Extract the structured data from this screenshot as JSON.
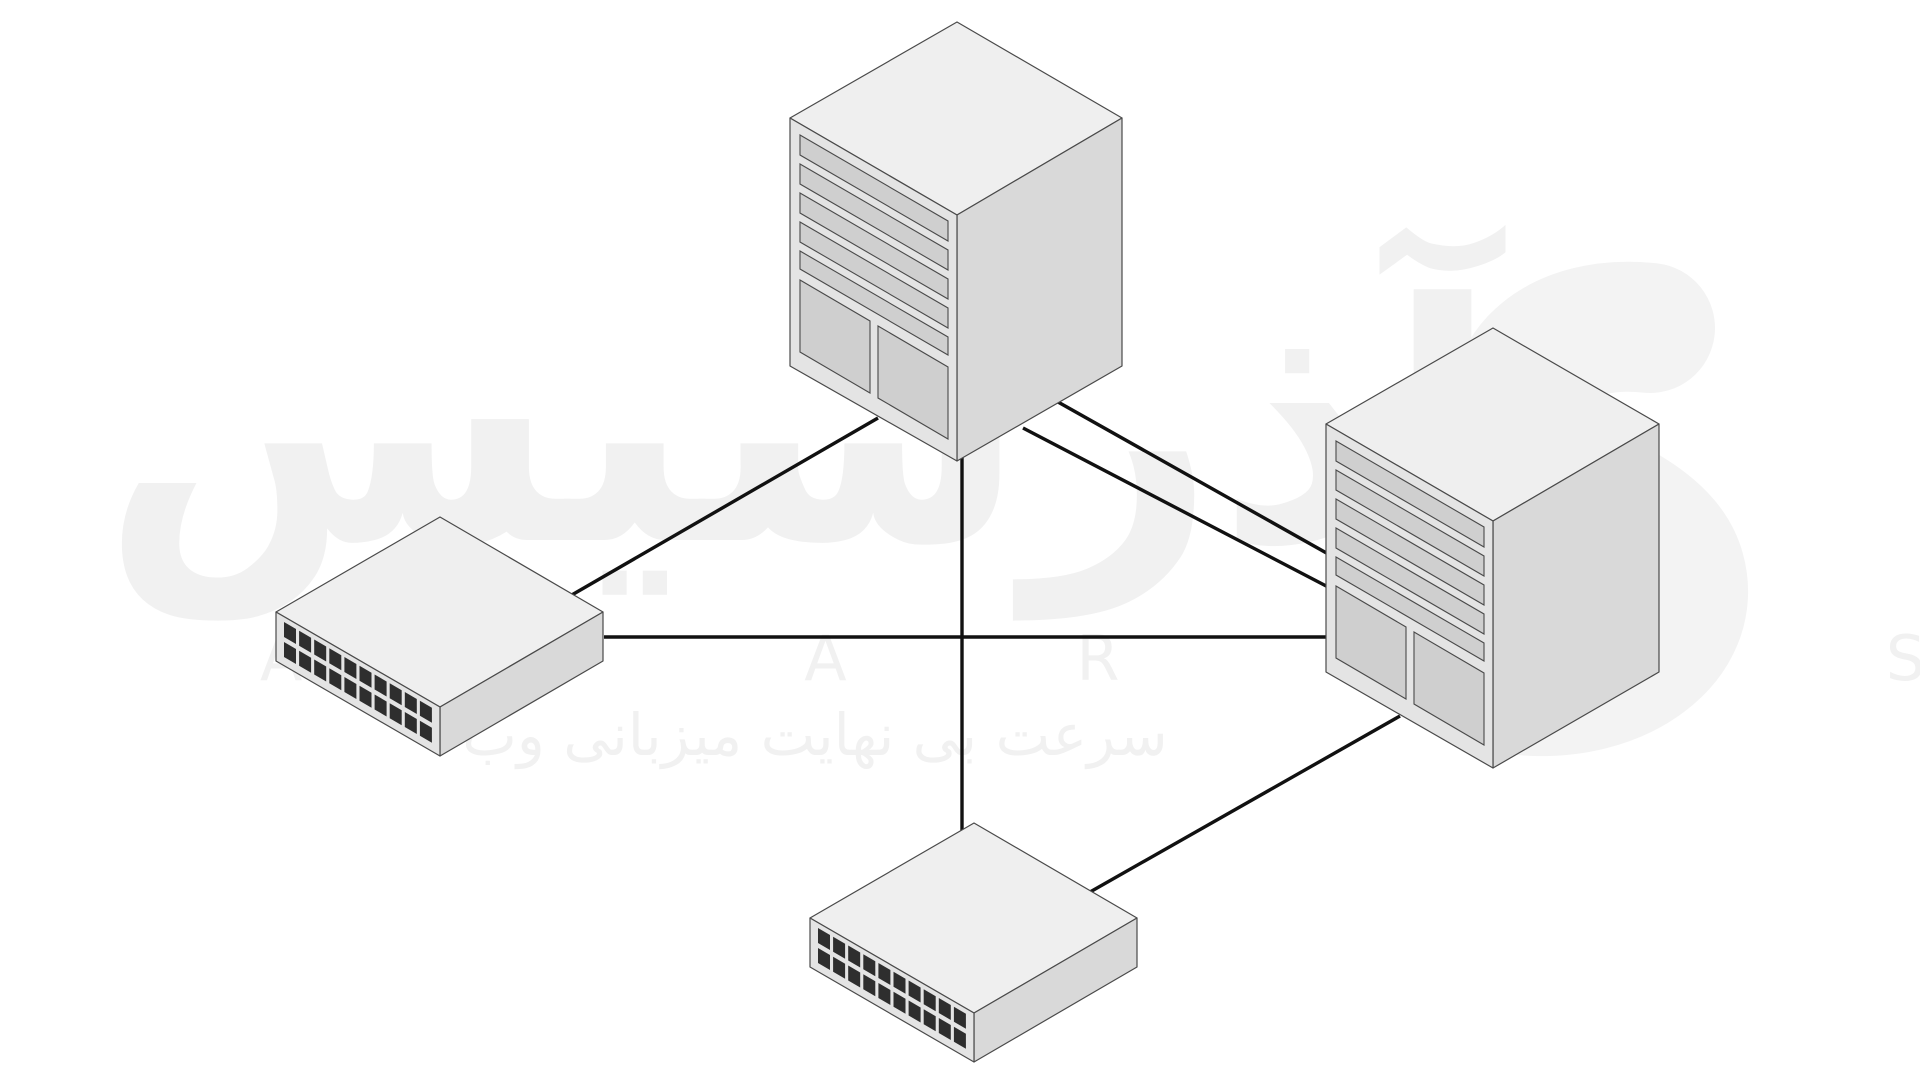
{
  "watermark": {
    "brand_fa": "آذرسیس",
    "brand_latin": "A Z A R S Y S",
    "tagline_fa": "سرعت بی نهایت میزبانی وب"
  },
  "colors": {
    "background": "#ffffff",
    "device_top": "#efefef",
    "device_front": "#e4e4e4",
    "device_side": "#d9d9d9",
    "panel": "#cfcfcf",
    "port": "#2e2e2e",
    "link": "#111111",
    "watermark": "#f1f1f1"
  },
  "devices": [
    {
      "id": "server-top",
      "type": "server",
      "icon": "server-tower-icon"
    },
    {
      "id": "server-right",
      "type": "server",
      "icon": "server-tower-icon"
    },
    {
      "id": "switch-left",
      "type": "switch",
      "icon": "network-switch-icon"
    },
    {
      "id": "switch-bottom",
      "type": "switch",
      "icon": "network-switch-icon"
    }
  ],
  "links": [
    {
      "from": "server-top",
      "to": "switch-left"
    },
    {
      "from": "server-top",
      "to": "switch-bottom"
    },
    {
      "from": "server-top",
      "to": "server-right"
    },
    {
      "from": "server-top",
      "to": "server-right"
    },
    {
      "from": "switch-left",
      "to": "server-right"
    },
    {
      "from": "switch-bottom",
      "to": "server-right"
    }
  ]
}
